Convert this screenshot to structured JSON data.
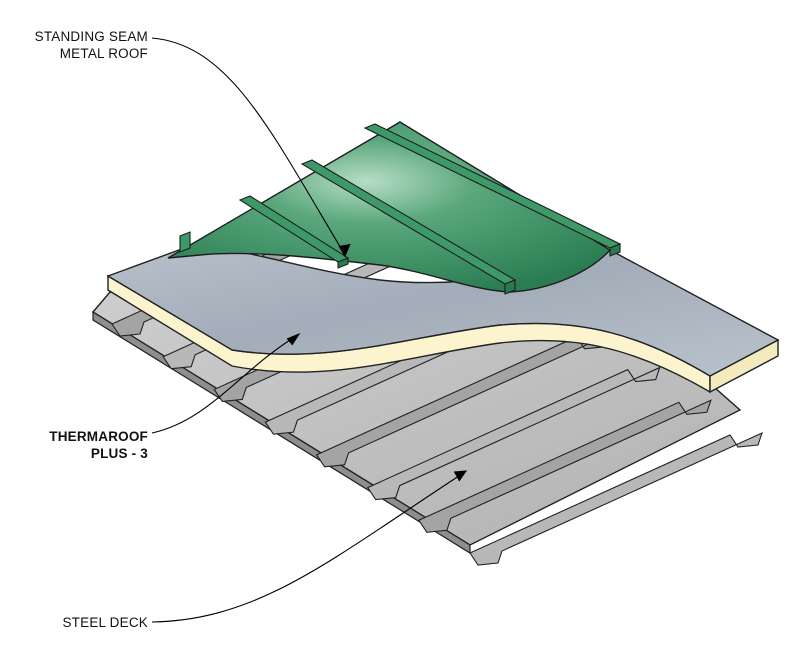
{
  "labels": {
    "roof": {
      "line1": "STANDING SEAM",
      "line2": "METAL ROOF"
    },
    "insulation": {
      "line1": "THERMAROOF",
      "line2": "PLUS - 3"
    },
    "deck": {
      "line1": "STEEL DECK"
    }
  },
  "colors": {
    "deck_top": "#c9c9c9",
    "deck_side": "#9a9a9a",
    "insulation_core": "#fbf4cf",
    "facer": "#a9b3bf",
    "metal_roof": "#2f8a5c",
    "seam": "#2a7a50",
    "leader": "#000000"
  }
}
